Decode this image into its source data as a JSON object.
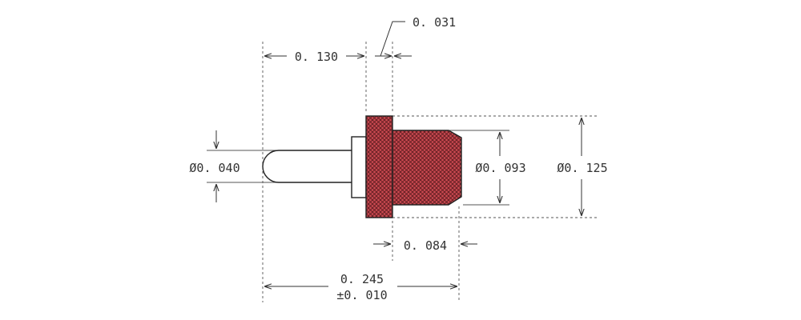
{
  "colors": {
    "ink": "#333333",
    "knurl": "#c7484f",
    "background": "#ffffff"
  },
  "dimensions": {
    "offset_130": "0. 130",
    "flange_031": "0. 031",
    "pin_dia": "Ø0. 040",
    "body_dia": "Ø0. 093",
    "flange_dia": "Ø0. 125",
    "body_len": "0. 084",
    "overall_len": "0. 245",
    "overall_tol": "±0. 010"
  }
}
